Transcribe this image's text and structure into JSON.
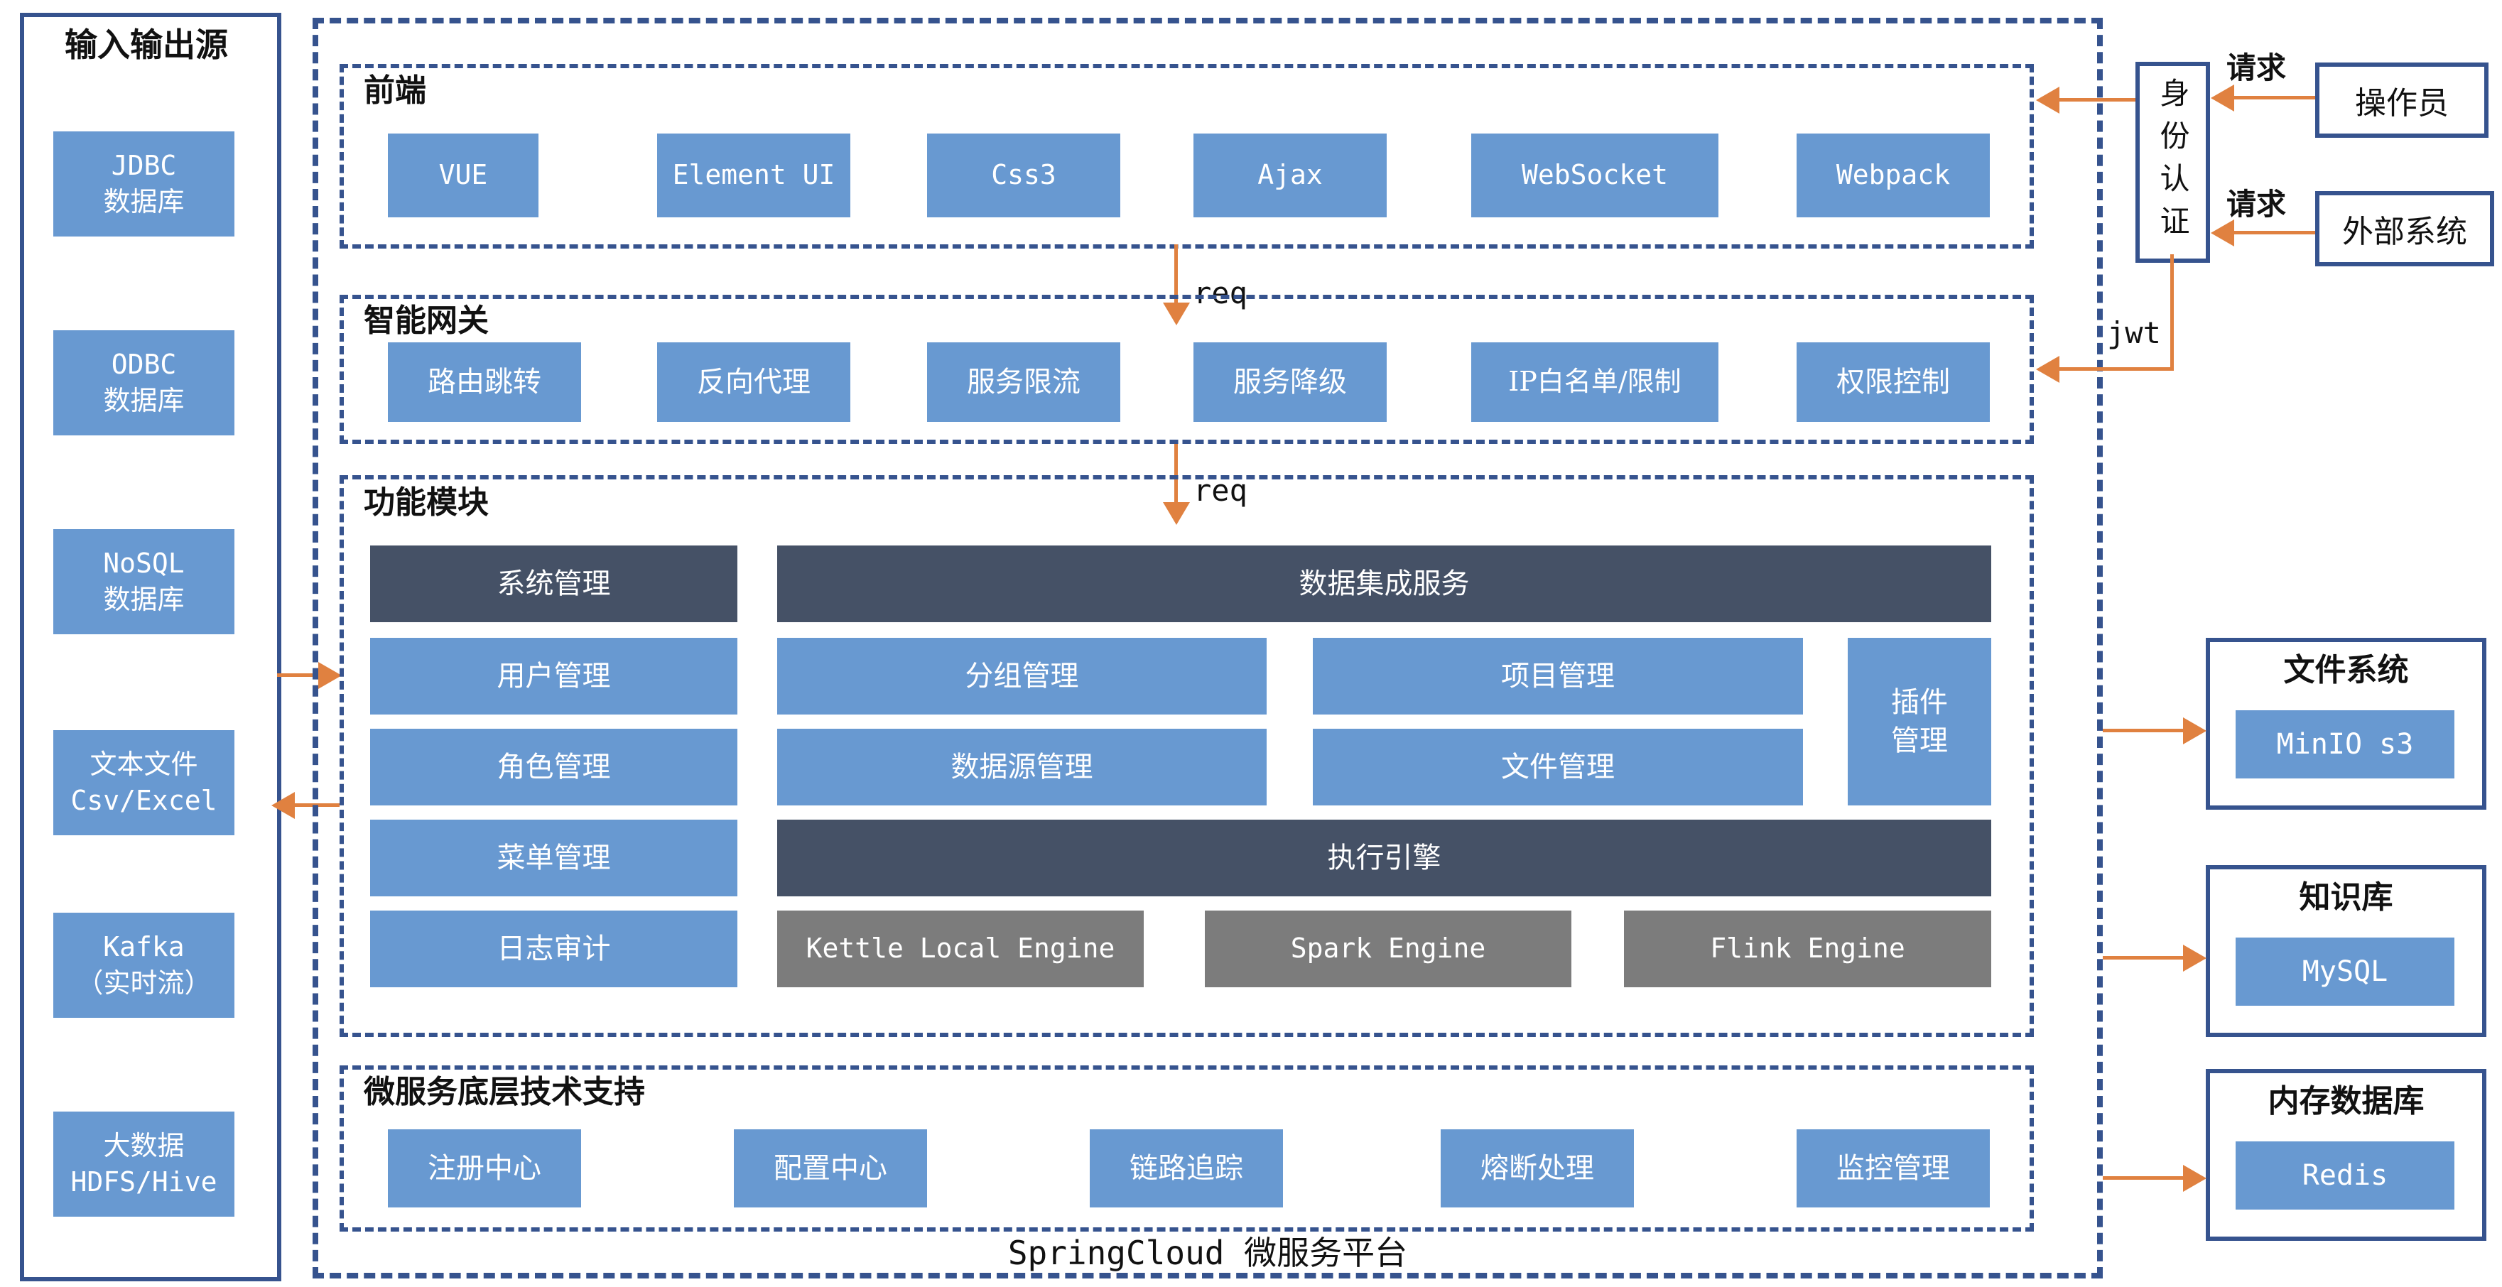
{
  "colors": {
    "box_blue": "#6899D1",
    "box_dark": "#455166",
    "box_gray": "#7C7C7C",
    "border_blue": "#36538E",
    "arrow_orange": "#E08140",
    "box_text": "#FFFFFF",
    "label_text": "#111111"
  },
  "io_panel": {
    "title": "输入输出源",
    "items": [
      "JDBC\n数据库",
      "ODBC\n数据库",
      "NoSQL\n数据库",
      "文本文件\nCsv/Excel",
      "Kafka\n（实时流）",
      "大数据\nHDFS/Hive"
    ]
  },
  "platform": {
    "bottom_label": "SpringCloud 微服务平台",
    "req_label": "req",
    "frontend": {
      "title": "前端",
      "items": [
        "VUE",
        "Element UI",
        "Css3",
        "Ajax",
        "WebSocket",
        "Webpack"
      ]
    },
    "gateway": {
      "title": "智能网关",
      "items": [
        "路由跳转",
        "反向代理",
        "服务限流",
        "服务降级",
        "IP白名单/限制",
        "权限控制"
      ]
    },
    "modules": {
      "title": "功能模块",
      "system": "系统管理",
      "data_integration": "数据集成服务",
      "user": "用户管理",
      "group": "分组管理",
      "project": "项目管理",
      "plugin": "插件\n管理",
      "role": "角色管理",
      "datasource": "数据源管理",
      "file": "文件管理",
      "menu": "菜单管理",
      "engine": "执行引擎",
      "log": "日志审计",
      "engines": [
        "Kettle Local Engine",
        "Spark Engine",
        "Flink Engine"
      ]
    },
    "infra": {
      "title": "微服务底层技术支持",
      "items": [
        "注册中心",
        "配置中心",
        "链路追踪",
        "熔断处理",
        "监控管理"
      ]
    }
  },
  "auth": {
    "box": "身份认证",
    "request_top": "请求",
    "request_bottom": "请求",
    "operator": "操作员",
    "external": "外部系统",
    "jwt": "jwt"
  },
  "stores": [
    {
      "title": "文件系统",
      "item": "MinIO s3"
    },
    {
      "title": "知识库",
      "item": "MySQL"
    },
    {
      "title": "内存数据库",
      "item": "Redis"
    }
  ]
}
